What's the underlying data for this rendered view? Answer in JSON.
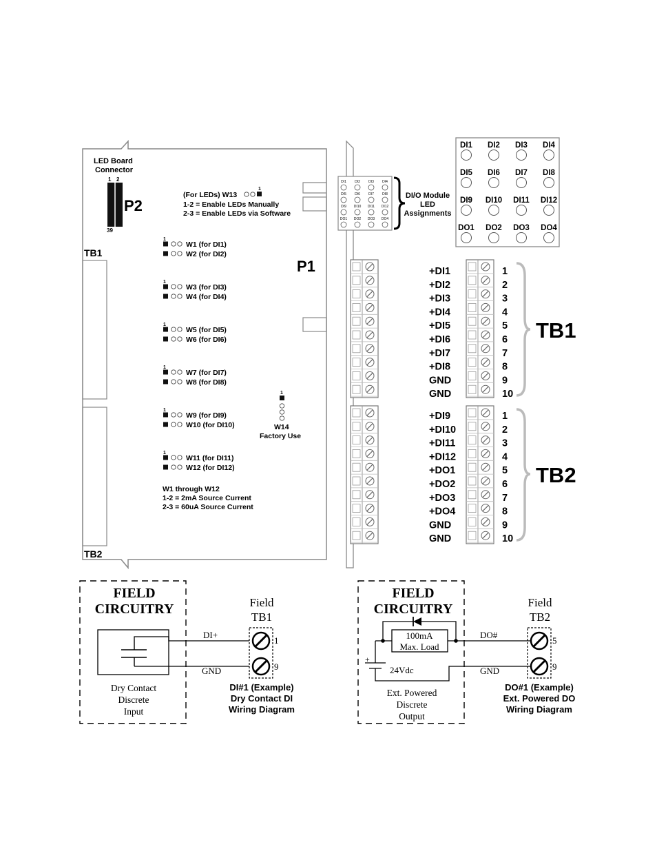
{
  "board": {
    "led_connector_label_1": "LED Board",
    "led_connector_label_2": "Connector",
    "p2_pin_1": "1",
    "p2_pin_2": "2",
    "p2_pin_39": "39",
    "p2_label": "P2",
    "p1_label": "P1",
    "tb1_edge_label": "TB1",
    "tb2_edge_label": "TB2",
    "w13_pin": "1",
    "w13_label": "(For LEDs) W13",
    "w13_note_1": "1-2 = Enable LEDs Manually",
    "w13_note_2": "2-3 = Enable LEDs via Software",
    "jumper_pin_one": "1",
    "jumpers": [
      {
        "label": "W1 (for DI1)"
      },
      {
        "label": "W2 (for DI2)"
      },
      {
        "label": "W3 (for DI3)"
      },
      {
        "label": "W4 (for DI4)"
      },
      {
        "label": "W5 (for DI5)"
      },
      {
        "label": "W6 (for DI6)"
      },
      {
        "label": "W7 (for DI7)"
      },
      {
        "label": "W8 (for DI8)"
      },
      {
        "label": "W9 (for DI9)"
      },
      {
        "label": "W10 (for DI10)"
      },
      {
        "label": "W11 (for DI11)"
      },
      {
        "label": "W12 (for DI12)"
      }
    ],
    "w14_pin": "1",
    "w14_label": "W14",
    "w14_note": "Factory Use",
    "source_note_1": "W1 through W12",
    "source_note_2": "1-2 = 2mA Source Current",
    "source_note_3": "2-3 = 60uA Source Current"
  },
  "led_module": {
    "assign_label_1": "DI/O Module",
    "assign_label_2": "LED",
    "assign_label_3": "Assignments",
    "leds": [
      "DI1",
      "DI2",
      "DI3",
      "DI4",
      "DI5",
      "DI6",
      "DI7",
      "DI8",
      "DI9",
      "DI10",
      "DI11",
      "DI12",
      "DO1",
      "DO2",
      "DO3",
      "DO4"
    ]
  },
  "terminals": {
    "tb1_title": "TB1",
    "tb2_title": "TB2",
    "tb1": [
      {
        "signal": "+DI1",
        "pin": "1"
      },
      {
        "signal": "+DI2",
        "pin": "2"
      },
      {
        "signal": "+DI3",
        "pin": "3"
      },
      {
        "signal": "+DI4",
        "pin": "4"
      },
      {
        "signal": "+DI5",
        "pin": "5"
      },
      {
        "signal": "+DI6",
        "pin": "6"
      },
      {
        "signal": "+DI7",
        "pin": "7"
      },
      {
        "signal": "+DI8",
        "pin": "8"
      },
      {
        "signal": "GND",
        "pin": "9"
      },
      {
        "signal": "GND",
        "pin": "10"
      }
    ],
    "tb2": [
      {
        "signal": "+DI9",
        "pin": "1"
      },
      {
        "signal": "+DI10",
        "pin": "2"
      },
      {
        "signal": "+DI11",
        "pin": "3"
      },
      {
        "signal": "+DI12",
        "pin": "4"
      },
      {
        "signal": "+DO1",
        "pin": "5"
      },
      {
        "signal": "+DO2",
        "pin": "6"
      },
      {
        "signal": "+DO3",
        "pin": "7"
      },
      {
        "signal": "+DO4",
        "pin": "8"
      },
      {
        "signal": "GND",
        "pin": "9"
      },
      {
        "signal": "GND",
        "pin": "10"
      }
    ]
  },
  "wiring_di": {
    "box_title_1": "FIELD",
    "box_title_2": "CIRCUITRY",
    "field_label": "Field",
    "tb_label": "TB1",
    "wire_top": "DI+",
    "wire_bottom": "GND",
    "pin_top": "1",
    "pin_bottom": "9",
    "caption_1": "Dry Contact",
    "caption_2": "Discrete",
    "caption_3": "Input",
    "example_1": "DI#1 (Example)",
    "example_2": "Dry Contact DI",
    "example_3": "Wiring Diagram"
  },
  "wiring_do": {
    "box_title_1": "FIELD",
    "box_title_2": "CIRCUITRY",
    "field_label": "Field",
    "tb_label": "TB2",
    "wire_top": "DO#",
    "wire_bottom": "GND",
    "pin_top": "5",
    "pin_bottom": "9",
    "load_1": "100mA",
    "load_2": "Max. Load",
    "plus_sign": "+",
    "supply": "24Vdc",
    "caption_1": "Ext. Powered",
    "caption_2": "Discrete",
    "caption_3": "Output",
    "example_1": "DO#1 (Example)",
    "example_2": "Ext. Powered DO",
    "example_3": "Wiring Diagram"
  }
}
